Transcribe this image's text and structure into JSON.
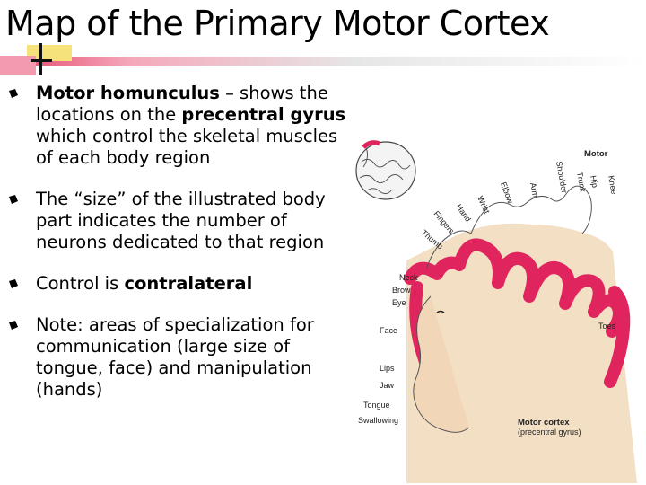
{
  "slide": {
    "title": "Map of the Primary Motor Cortex"
  },
  "bullets": [
    {
      "parts": [
        {
          "bold": true,
          "text": "Motor homunculus"
        },
        {
          "bold": false,
          "text": " – shows the locations on the "
        },
        {
          "bold": true,
          "text": "precentral gyrus"
        },
        {
          "bold": false,
          "text": " which control the skeletal muscles of each body region"
        }
      ]
    },
    {
      "parts": [
        {
          "bold": false,
          "text": "The “size” of the illustrated body part indicates the number of neurons dedicated to that region"
        }
      ]
    },
    {
      "parts": [
        {
          "bold": false,
          "text": "Control is "
        },
        {
          "bold": true,
          "text": "contralateral"
        }
      ]
    },
    {
      "parts": [
        {
          "bold": false,
          "text": "Note: areas of specialization for communication (large size of tongue, face) and manipulation (hands)"
        }
      ]
    }
  ],
  "figure": {
    "heading": "Motor",
    "caption_title": "Motor cortex",
    "caption_sub": "(precentral gyrus)",
    "labels": {
      "toes": "Toes",
      "knee": "Knee",
      "hip": "Hip",
      "trunk": "Trunk",
      "shoulder": "Shoulder",
      "arm": "Arm",
      "elbow": "Elbow",
      "wrist": "Wrist",
      "hand": "Hand",
      "fingers": "Fingers",
      "thumb": "Thumb",
      "neck": "Neck",
      "brow": "Brow",
      "eye": "Eye",
      "face": "Face",
      "lips": "Lips",
      "jaw": "Jaw",
      "tongue": "Tongue",
      "swallowing": "Swallowing"
    },
    "colors": {
      "cortex": "#e0245e",
      "tissue": "#f3dfc4",
      "outline": "#333333"
    }
  }
}
